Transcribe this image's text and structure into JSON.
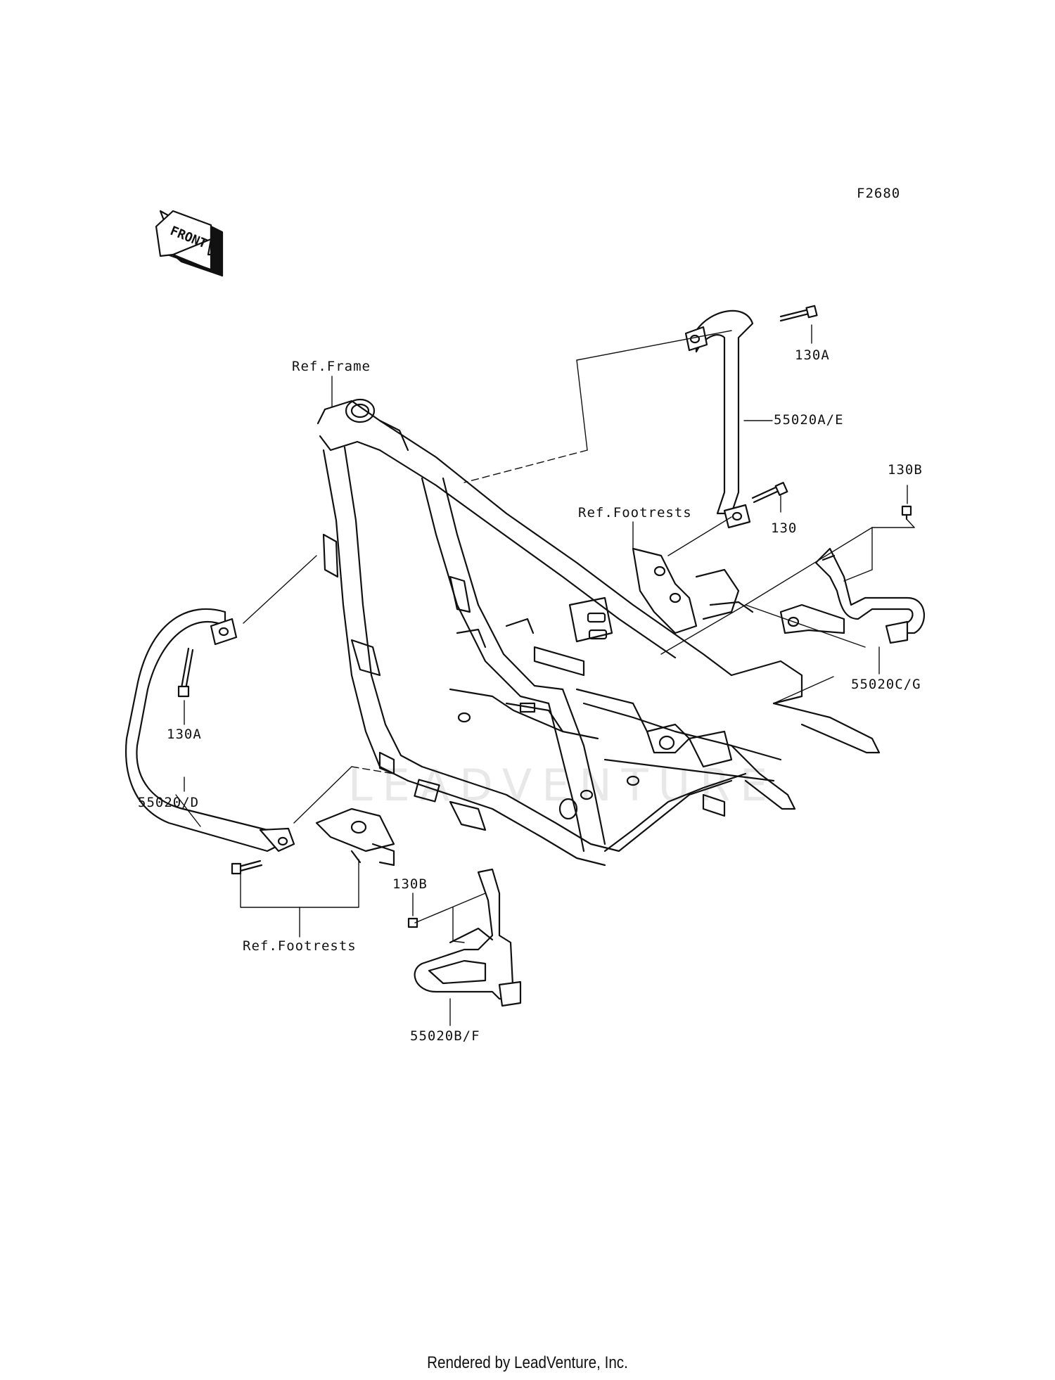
{
  "diagram_code": "F2680",
  "front_arrow": "FRONT",
  "watermark": "LEADVENTURE",
  "footer": "Rendered by LeadVenture, Inc.",
  "labels": {
    "ref_frame": "Ref.Frame",
    "ref_footrests_top": "Ref.Footrests",
    "ref_footrests_bottom": "Ref.Footrests",
    "p130a_top": "130A",
    "p130a_left": "130A",
    "p130": "130",
    "p130b_right": "130B",
    "p130b_bottom": "130B",
    "p55020ae": "55020A/E",
    "p55020cg": "55020C/G",
    "p55020d": "55020/D",
    "p55020bf": "55020B/F"
  }
}
